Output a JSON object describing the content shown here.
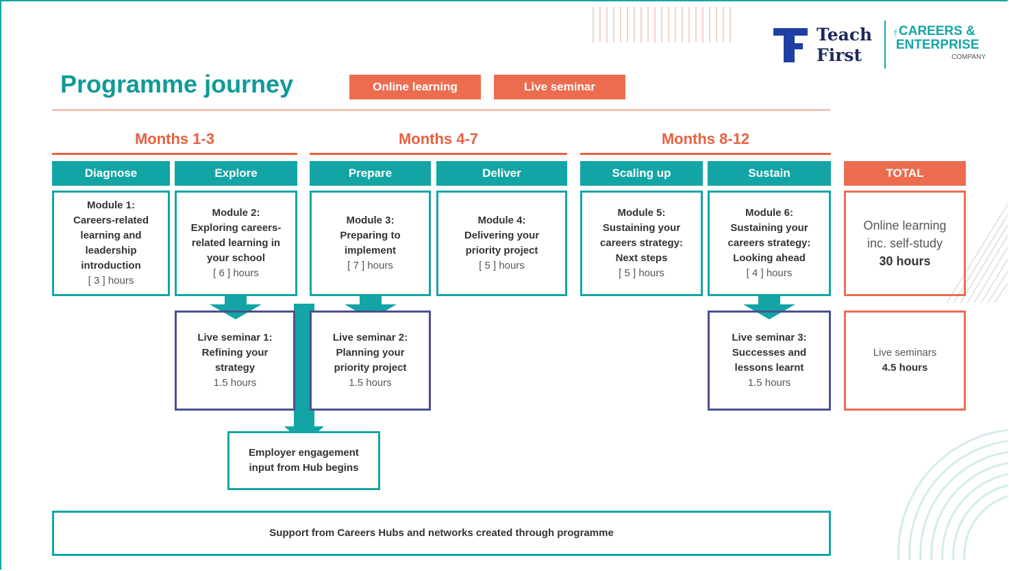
{
  "header": {
    "title": "Programme journey",
    "legend": [
      "Online learning",
      "Live seminar"
    ]
  },
  "logos": {
    "teach_first_line1": "Teach",
    "teach_first_line2": "First",
    "cec_the": "THE",
    "cec_line1": "CAREERS &",
    "cec_line2": "ENTERPRISE",
    "cec_line3": "COMPANY"
  },
  "months": [
    "Months 1-3",
    "Months 4-7",
    "Months 8-12"
  ],
  "phases": [
    "Diagnose",
    "Explore",
    "Prepare",
    "Deliver",
    "Scaling up",
    "Sustain"
  ],
  "total_label": "TOTAL",
  "modules": [
    {
      "lines": [
        "Module 1:",
        "Careers-related",
        "learning and",
        "leadership",
        "introduction"
      ],
      "hours": "[ 3 ] hours"
    },
    {
      "lines": [
        "Module 2:",
        "Exploring careers-",
        "related learning in",
        "your school"
      ],
      "hours": "[ 6 ] hours"
    },
    {
      "lines": [
        "Module 3:",
        "Preparing to",
        "implement"
      ],
      "hours": "[ 7 ] hours"
    },
    {
      "lines": [
        "Module 4:",
        "Delivering your",
        "priority project"
      ],
      "hours": "[ 5 ] hours"
    },
    {
      "lines": [
        "Module 5:",
        "Sustaining your",
        "careers strategy:",
        "Next steps"
      ],
      "hours": "[ 5 ] hours"
    },
    {
      "lines": [
        "Module 6:",
        "Sustaining your",
        "careers strategy:",
        "Looking ahead"
      ],
      "hours": "[ 4 ] hours"
    }
  ],
  "seminars": [
    {
      "lines": [
        "Live seminar 1:",
        "Refining your",
        "strategy"
      ],
      "hours": "1.5 hours"
    },
    {
      "lines": [
        "Live seminar 2:",
        "Planning your",
        "priority project"
      ],
      "hours": "1.5 hours"
    },
    {
      "lines": [
        "Live seminar 3:",
        "Successes and",
        "lessons learnt"
      ],
      "hours": "1.5 hours"
    }
  ],
  "totals": {
    "online_l1": "Online learning",
    "online_l2": "inc. self-study",
    "online_hours": "30 hours",
    "seminars_label": "Live seminars",
    "seminars_hours": "4.5 hours"
  },
  "employer": [
    "Employer engagement",
    "input from Hub begins"
  ],
  "support": "Support from Careers Hubs and networks created through programme",
  "colors": {
    "teal": "#13a5a5",
    "orange": "#ec6c50",
    "navy": "#4a4f8e"
  }
}
